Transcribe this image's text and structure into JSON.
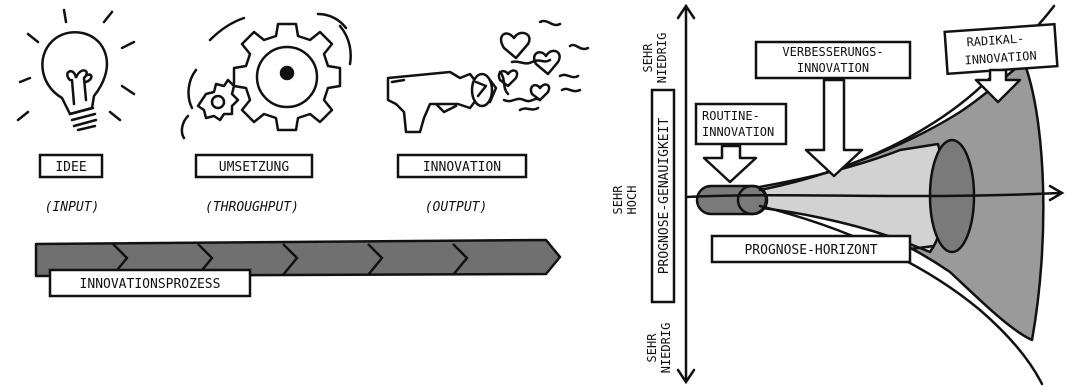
{
  "left": {
    "stages": [
      {
        "label": "IDEE",
        "sub": "(INPUT)",
        "icon": "lightbulb-icon"
      },
      {
        "label": "UMSETZUNG",
        "sub": "(THROUGHPUT)",
        "icon": "gears-icon"
      },
      {
        "label": "INNOVATION",
        "sub": "(OUTPUT)",
        "icon": "heart-ray-gun-icon"
      }
    ],
    "process_label": "INNOVATIONSPROZESS",
    "arrow_segments": 6
  },
  "right": {
    "y_axis_label": "PROGNOSE-GENAUIGKEIT",
    "axis_top_label_1": "SEHR",
    "axis_top_label_2": "NIEDRIG",
    "axis_mid_label_1": "SEHR",
    "axis_mid_label_2": "HOCH",
    "axis_bottom_label_1": "SEHR",
    "axis_bottom_label_2": "NIEDRIG",
    "routine_1": "ROUTINE-",
    "routine_2": "INNOVATION",
    "verbesserung_1": "VERBESSERUNGS-",
    "verbesserung_2": "INNOVATION",
    "radikal_1": "RADIKAL-",
    "radikal_2": "INNOVATION",
    "horizon": "PROGNOSE-HORIZONT"
  },
  "colors": {
    "ink": "#111111",
    "arrow_fill": "#707070",
    "cone_light": "#d2d2d2",
    "cone_mid": "#9a9a9a",
    "cone_dark": "#7a7a7a",
    "bulb_fill": "#ffffff"
  }
}
